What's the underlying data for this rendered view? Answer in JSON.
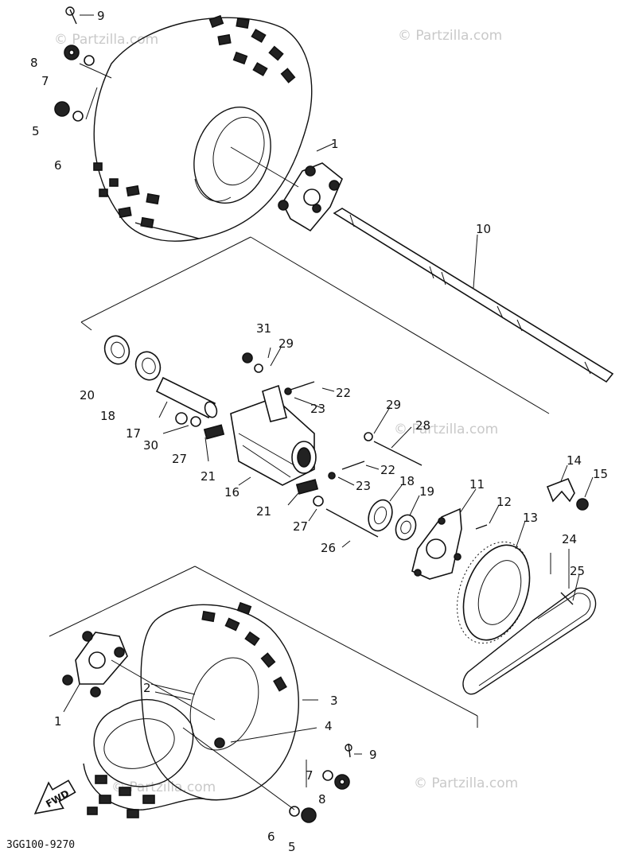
{
  "diagram_code": "3GG100-9270",
  "direction_label": "FWD",
  "watermark": "© Partzilla.com",
  "callouts": {
    "c1_top": "1",
    "c1_bottom": "1",
    "c2": "2",
    "c3": "3",
    "c4": "4",
    "c5_top": "5",
    "c5_bottom": "5",
    "c6_top": "6",
    "c6_bottom": "6",
    "c7_top": "7",
    "c7_bottom": "7",
    "c8_top": "8",
    "c8_bottom": "8",
    "c9_top": "9",
    "c9_bottom": "9",
    "c10": "10",
    "c11": "11",
    "c12": "12",
    "c13": "13",
    "c14": "14",
    "c15": "15",
    "c16": "16",
    "c17": "17",
    "c18_a": "18",
    "c18_b": "18",
    "c19": "19",
    "c20": "20",
    "c21_a": "21",
    "c21_b": "21",
    "c22_a": "22",
    "c22_b": "22",
    "c23_a": "23",
    "c23_b": "23",
    "c24": "24",
    "c25": "25",
    "c26": "26",
    "c27_a": "27",
    "c27_b": "27",
    "c28": "28",
    "c29_a": "29",
    "c29_b": "29",
    "c30": "30",
    "c31": "31"
  }
}
